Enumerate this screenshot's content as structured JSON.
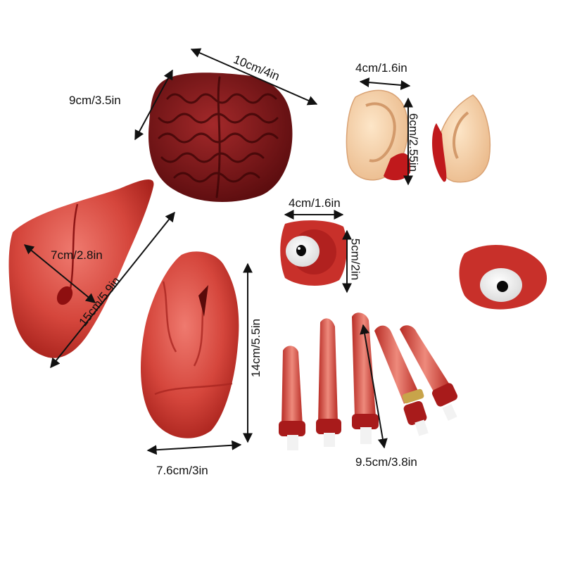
{
  "image": {
    "description_free": true,
    "background_color": "#ffffff",
    "flesh_color": "#c8403a",
    "blood_color": "#9a1010",
    "skin_color": "#f6d2a8"
  },
  "items": {
    "brain": {
      "icon": "brain-prop",
      "width_label": "10cm/4in",
      "height_label": "9cm/3.5in"
    },
    "ears": {
      "icon": "ear-prop",
      "width_label": "4cm/1.6in",
      "height_label": "6cm/2.55in"
    },
    "eyeball": {
      "icon": "eyeball-prop",
      "width_label": "4cm/1.6in",
      "height_label": "5cm/2in"
    },
    "liver": {
      "icon": "liver-prop",
      "width_label": "7cm/2.8in",
      "length_label": "15cm/5.9in"
    },
    "heart": {
      "icon": "heart-prop",
      "height_label": "14cm/5.5in",
      "width_label": "7.6cm/3in"
    },
    "fingers": {
      "icon": "finger-prop",
      "length_label": "9.5cm/3.8in"
    }
  }
}
